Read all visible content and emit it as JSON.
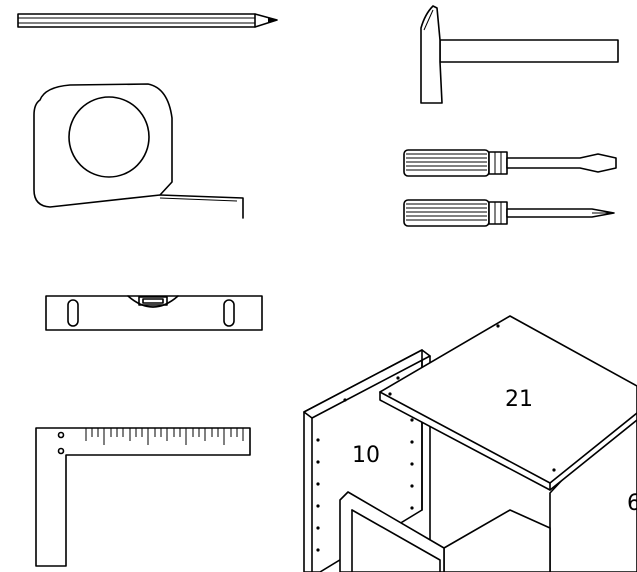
{
  "tools": [
    {
      "id": "pencil",
      "icon": "pencil-icon"
    },
    {
      "id": "hammer",
      "icon": "hammer-icon"
    },
    {
      "id": "tape-measure",
      "icon": "tape-measure-icon"
    },
    {
      "id": "flathead-screwdriver",
      "icon": "flathead-screwdriver-icon"
    },
    {
      "id": "phillips-screwdriver",
      "icon": "phillips-screwdriver-icon"
    },
    {
      "id": "spirit-level",
      "icon": "spirit-level-icon"
    },
    {
      "id": "try-square",
      "icon": "try-square-icon"
    }
  ],
  "parts": {
    "side_panel_label": "10",
    "top_panel_label": "21",
    "right_panel_label": "6"
  },
  "colors": {
    "ink": "#000000",
    "paper": "#ffffff"
  }
}
